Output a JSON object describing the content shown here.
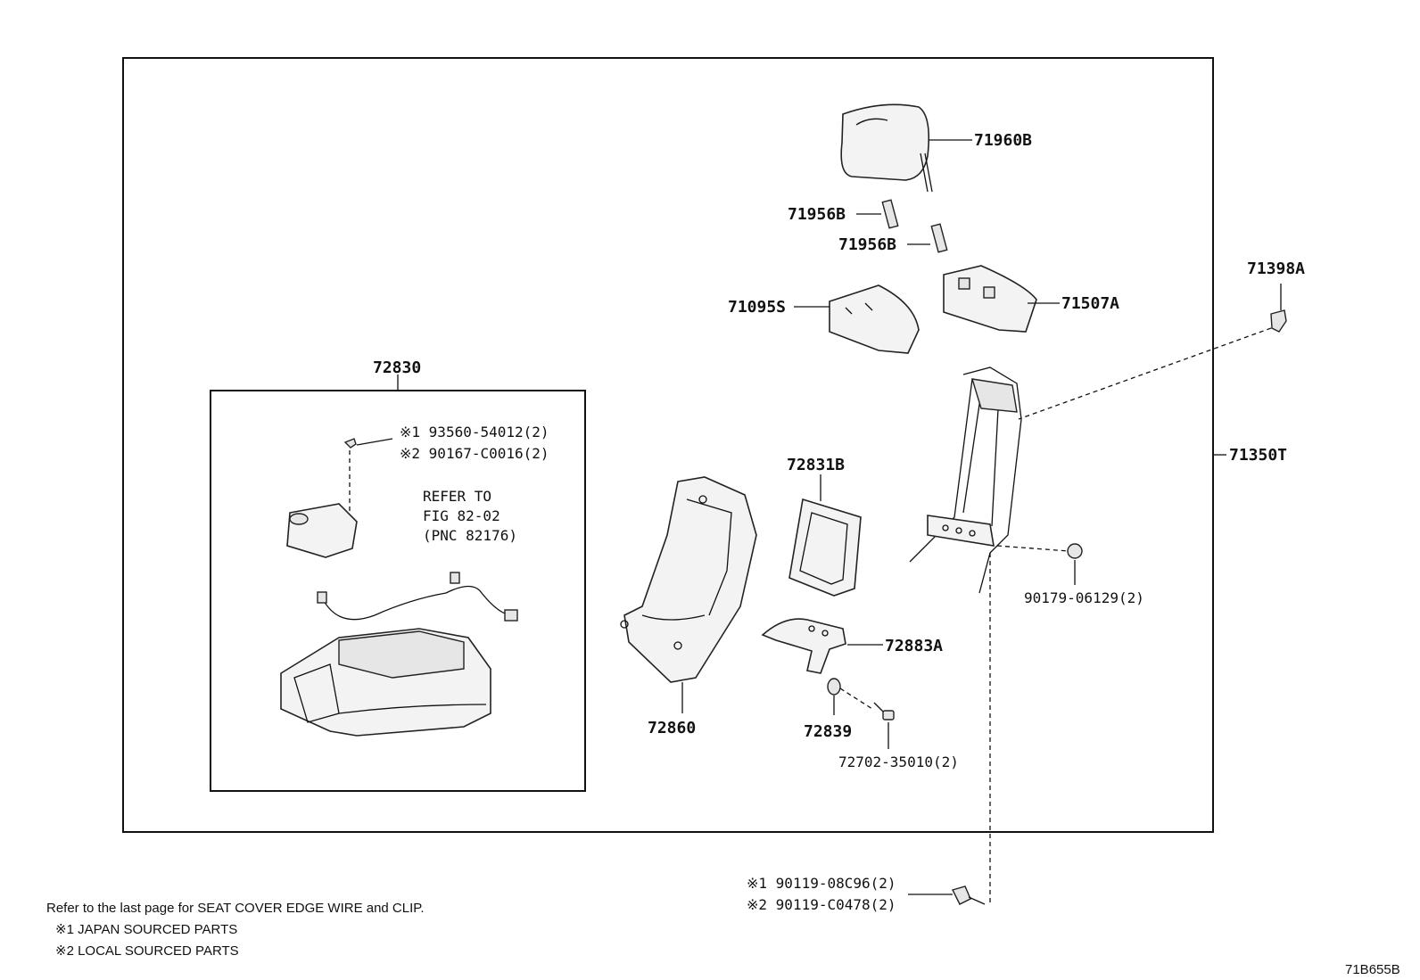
{
  "labels": {
    "headrest": "71960B",
    "guide_left": "71956B",
    "guide_right": "71956B",
    "pad": "71095S",
    "switch_cover": "71507A",
    "clip_top": "71398A",
    "frame": "71350T",
    "armrest_assy": "72830",
    "screw_note_1": "※1 93560-54012(2)",
    "screw_note_2": "※2 90167-C0016(2)",
    "refer_1": "REFER TO",
    "refer_2": "FIG 82-02",
    "refer_3": "(PNC 82176)",
    "bracket_frame": "72831B",
    "armrest_base": "72860",
    "hinge": "72883A",
    "bushing": "72839",
    "bolt_small": "72702-35010(2)",
    "nut_right": "90179-06129(2)",
    "bolt_bottom_1": "※1 90119-08C96(2)",
    "bolt_bottom_2": "※2 90119-C0478(2)"
  },
  "footer": {
    "note_1": "Refer to the last page for SEAT COVER EDGE WIRE and CLIP.",
    "note_2": "※1 JAPAN SOURCED PARTS",
    "note_3": "※2 LOCAL SOURCED PARTS",
    "figure_code": "71B655B"
  }
}
